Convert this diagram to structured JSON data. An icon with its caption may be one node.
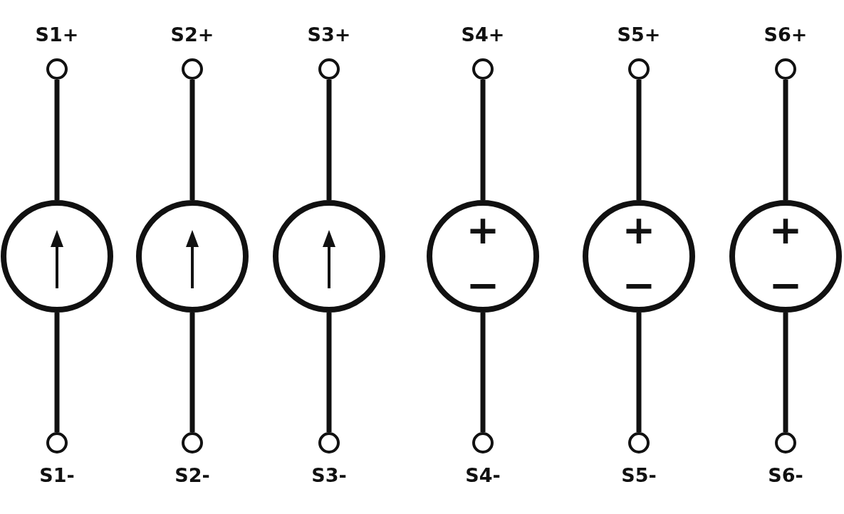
{
  "diagram": {
    "nodes": [
      {
        "text": [],
        "shape": "circle",
        "beside": [
          "S1+"
        ]
      },
      {
        "text": [],
        "shape": "circle",
        "beside": [
          "S2+"
        ]
      },
      {
        "text": [],
        "shape": "circle",
        "beside": [
          "S3+"
        ]
      },
      {
        "text": [],
        "shape": "circle",
        "beside": [
          "S4+"
        ]
      },
      {
        "text": [],
        "shape": "circle",
        "beside": [
          "S5+"
        ]
      },
      {
        "text": [],
        "shape": "circle",
        "beside": [
          "S6+"
        ]
      },
      {
        "text": [],
        "shape": "circle"
      },
      {
        "text": [],
        "shape": "circle"
      },
      {
        "text": [],
        "shape": "circle"
      },
      {
        "text": [
          "+",
          "−"
        ]
      },
      {
        "text": [
          "+",
          "−"
        ]
      },
      {
        "text": [
          "+",
          "−"
        ]
      },
      {
        "text": [],
        "shape": "circle",
        "beside": [
          "S1-"
        ]
      },
      {
        "text": [],
        "shape": "circle",
        "beside": [
          "S2-"
        ]
      },
      {
        "text": [],
        "shape": "circle",
        "beside": [
          "S3-"
        ]
      },
      {
        "text": [],
        "shape": "circle",
        "beside": [
          "S4-"
        ]
      },
      {
        "text": [],
        "shape": "circle",
        "beside": [
          "S5-"
        ]
      },
      {
        "text": [],
        "shape": "circle",
        "beside": [
          "S6-"
        ]
      }
    ],
    "edges": [
      {
        "from": 0,
        "to": 6,
        "arrow": "none"
      },
      {
        "from": 6,
        "to": 12,
        "arrow": "none"
      },
      {
        "from": 1,
        "to": 7,
        "arrow": "none"
      },
      {
        "from": 7,
        "to": 13,
        "arrow": "none"
      },
      {
        "from": 2,
        "to": 8,
        "arrow": "none"
      },
      {
        "from": 8,
        "to": 14,
        "arrow": "none"
      },
      {
        "from": 3,
        "to": 9,
        "arrow": "none"
      },
      {
        "from": 9,
        "to": 15,
        "arrow": "none"
      },
      {
        "from": 4,
        "to": 10,
        "arrow": "none"
      },
      {
        "from": 10,
        "to": 16,
        "arrow": "none"
      },
      {
        "from": 5,
        "to": 11,
        "arrow": "none"
      },
      {
        "from": 11,
        "to": 17,
        "arrow": "none"
      }
    ]
  }
}
